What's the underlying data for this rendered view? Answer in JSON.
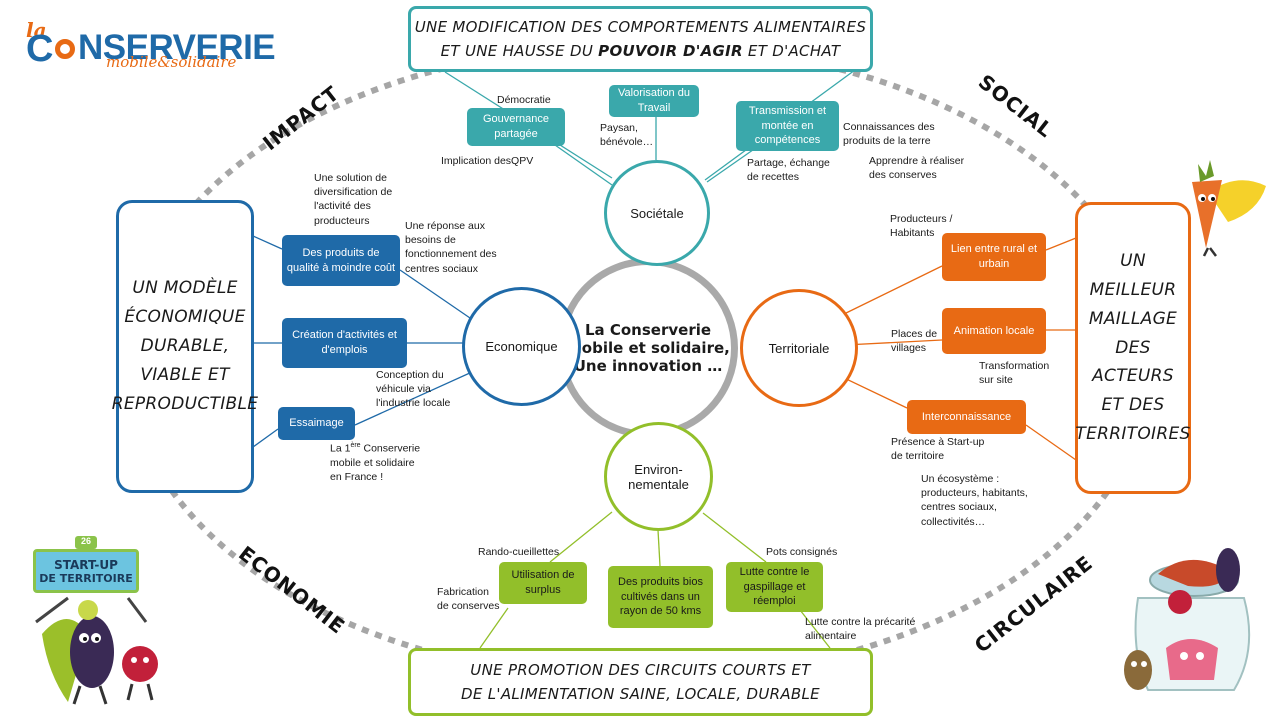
{
  "brand": {
    "la": "la",
    "name_c": "C",
    "name_rest": "NSERVERIE",
    "tagline": "mobile&solidaire",
    "colors": {
      "orange": "#e86a14",
      "blue": "#1f6aa8"
    }
  },
  "top_box": {
    "line1": "Une modification des comportements alimentaires",
    "line2_pre": "et une hausse du ",
    "line2_bold": "pouvoir d'agir",
    "line2_post": " et d'achat"
  },
  "bottom_box": {
    "line1": "Une promotion des circuits courts et",
    "line2": "de l'alimentation saine, locale, durable"
  },
  "left_box": "Un modèle\nÉconomique\ndurable,\nviable et\nreproductible",
  "right_box": "Un meilleur\nmaillage\ndes\nacteurs\net des\nterritoires",
  "corners": {
    "impact": "IMPACT",
    "social": "SOCIAL",
    "economie": "ECONOMIE",
    "circulaire": "CIRCULAIRE"
  },
  "center": {
    "line1": "La Conserverie",
    "line2": "mobile et solidaire,",
    "line3": "Une innovation …"
  },
  "pillars": {
    "societale": "Sociétale",
    "economique": "Economique",
    "territoriale": "Territoriale",
    "environnementale": "Environ-\nnementale"
  },
  "societale_boxes": {
    "gouvernance": "Gouvernance partagée",
    "valorisation": "Valorisation du Travail",
    "transmission": "Transmission et montée en compétences"
  },
  "societale_notes": {
    "democratie": "Démocratie",
    "implication": "Implication desQPV",
    "paysan": "Paysan,\nbénévole…",
    "connaissances": "Connaissances des\nproduits de la terre",
    "partage": "Partage, échange\nde recettes",
    "apprendre": "Apprendre à réaliser\ndes conserves"
  },
  "economique_boxes": {
    "produits": "Des produits de qualité à moindre coût",
    "creation": "Création d'activités et d'emplois",
    "essaimage": "Essaimage"
  },
  "economique_notes": {
    "diversification": "Une solution de\ndiversification de\nl'activité des\nproducteurs",
    "reponse": "Une réponse aux\nbesoins de\nfonctionnement des\ncentres sociaux",
    "conception": "Conception du\nvéhicule via\nl'industrie locale",
    "premiere_pre": "La 1",
    "premiere_sup": "ère",
    "premiere_post": " Conserverie\nmobile et solidaire\nen France !"
  },
  "territoriale_boxes": {
    "lien": "Lien entre rural et urbain",
    "animation": "Animation locale",
    "interconnaissance": "Interconnaissance"
  },
  "territoriale_notes": {
    "producteurs": "Producteurs /\nHabitants",
    "places": "Places de\nvillages",
    "transformation": "Transformation\nsur site",
    "presence": "Présence à Start-up\nde territoire",
    "ecosysteme": "Un écosystème :\nproducteurs, habitants,\ncentres sociaux,\ncollectivités…"
  },
  "environnementale_boxes": {
    "utilisation": "Utilisation de surplus",
    "bios": "Des produits bios cultivés dans un rayon de 50 kms",
    "lutte": "Lutte contre le gaspillage et réemploi"
  },
  "environnementale_notes": {
    "rando": "Rando-cueillettes",
    "fabrication": "Fabrication\nde conserves",
    "pots": "Pots consignés",
    "precarite": "Lutte contre la précarité\nalimentaire"
  },
  "startup_sign": {
    "number": "26",
    "line1": "START-UP",
    "line2": "DE TERRITOIRE"
  }
}
